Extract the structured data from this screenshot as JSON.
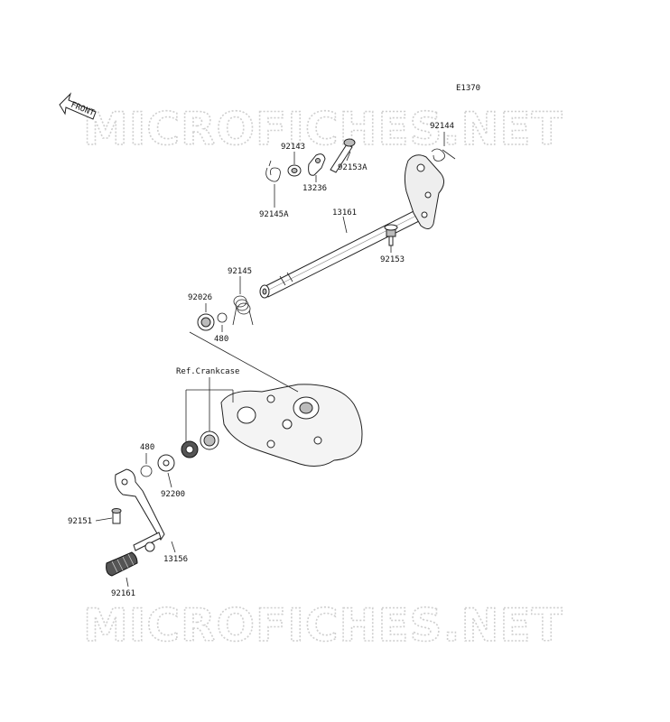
{
  "diagram_code": "E1370",
  "front_label": "FRONT",
  "watermark": "MICROFICHES.NET",
  "ref_label": "Ref.Crankcase",
  "parts": {
    "p92144": "92144",
    "p92143": "92143",
    "p92153A": "92153A",
    "p13236": "13236",
    "p92145A": "92145A",
    "p13161": "13161",
    "p92153": "92153",
    "p92145": "92145",
    "p92026": "92026",
    "p480a": "480",
    "p480b": "480",
    "p92200": "92200",
    "p92151": "92151",
    "p13156": "13156",
    "p92161": "92161"
  }
}
